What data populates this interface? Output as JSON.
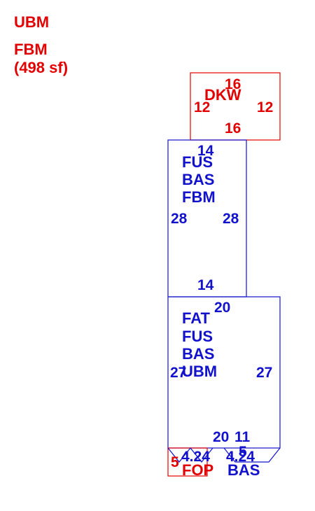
{
  "colors": {
    "red": "#e30000",
    "blue": "#1212cc"
  },
  "legend": {
    "line1": "UBM",
    "line2": "FBM",
    "line3": "(498 sf)"
  },
  "deck": {
    "code": "DKW",
    "top": "16",
    "bottom": "16",
    "left": "12",
    "right": "12"
  },
  "upper": {
    "codes": [
      "FUS",
      "BAS",
      "FBM"
    ],
    "top": "14",
    "bottom": "14",
    "left": "28",
    "right": "28"
  },
  "main": {
    "codes": [
      "FAT",
      "FUS",
      "BAS",
      "UBM"
    ],
    "top": "20",
    "bottom": "20",
    "left": "27",
    "right": "27",
    "year": "11"
  },
  "porch": {
    "code": "FOP",
    "left": "5",
    "dims": [
      "4.24",
      "4.24",
      "5"
    ],
    "side": "5",
    "bas": "BAS"
  }
}
